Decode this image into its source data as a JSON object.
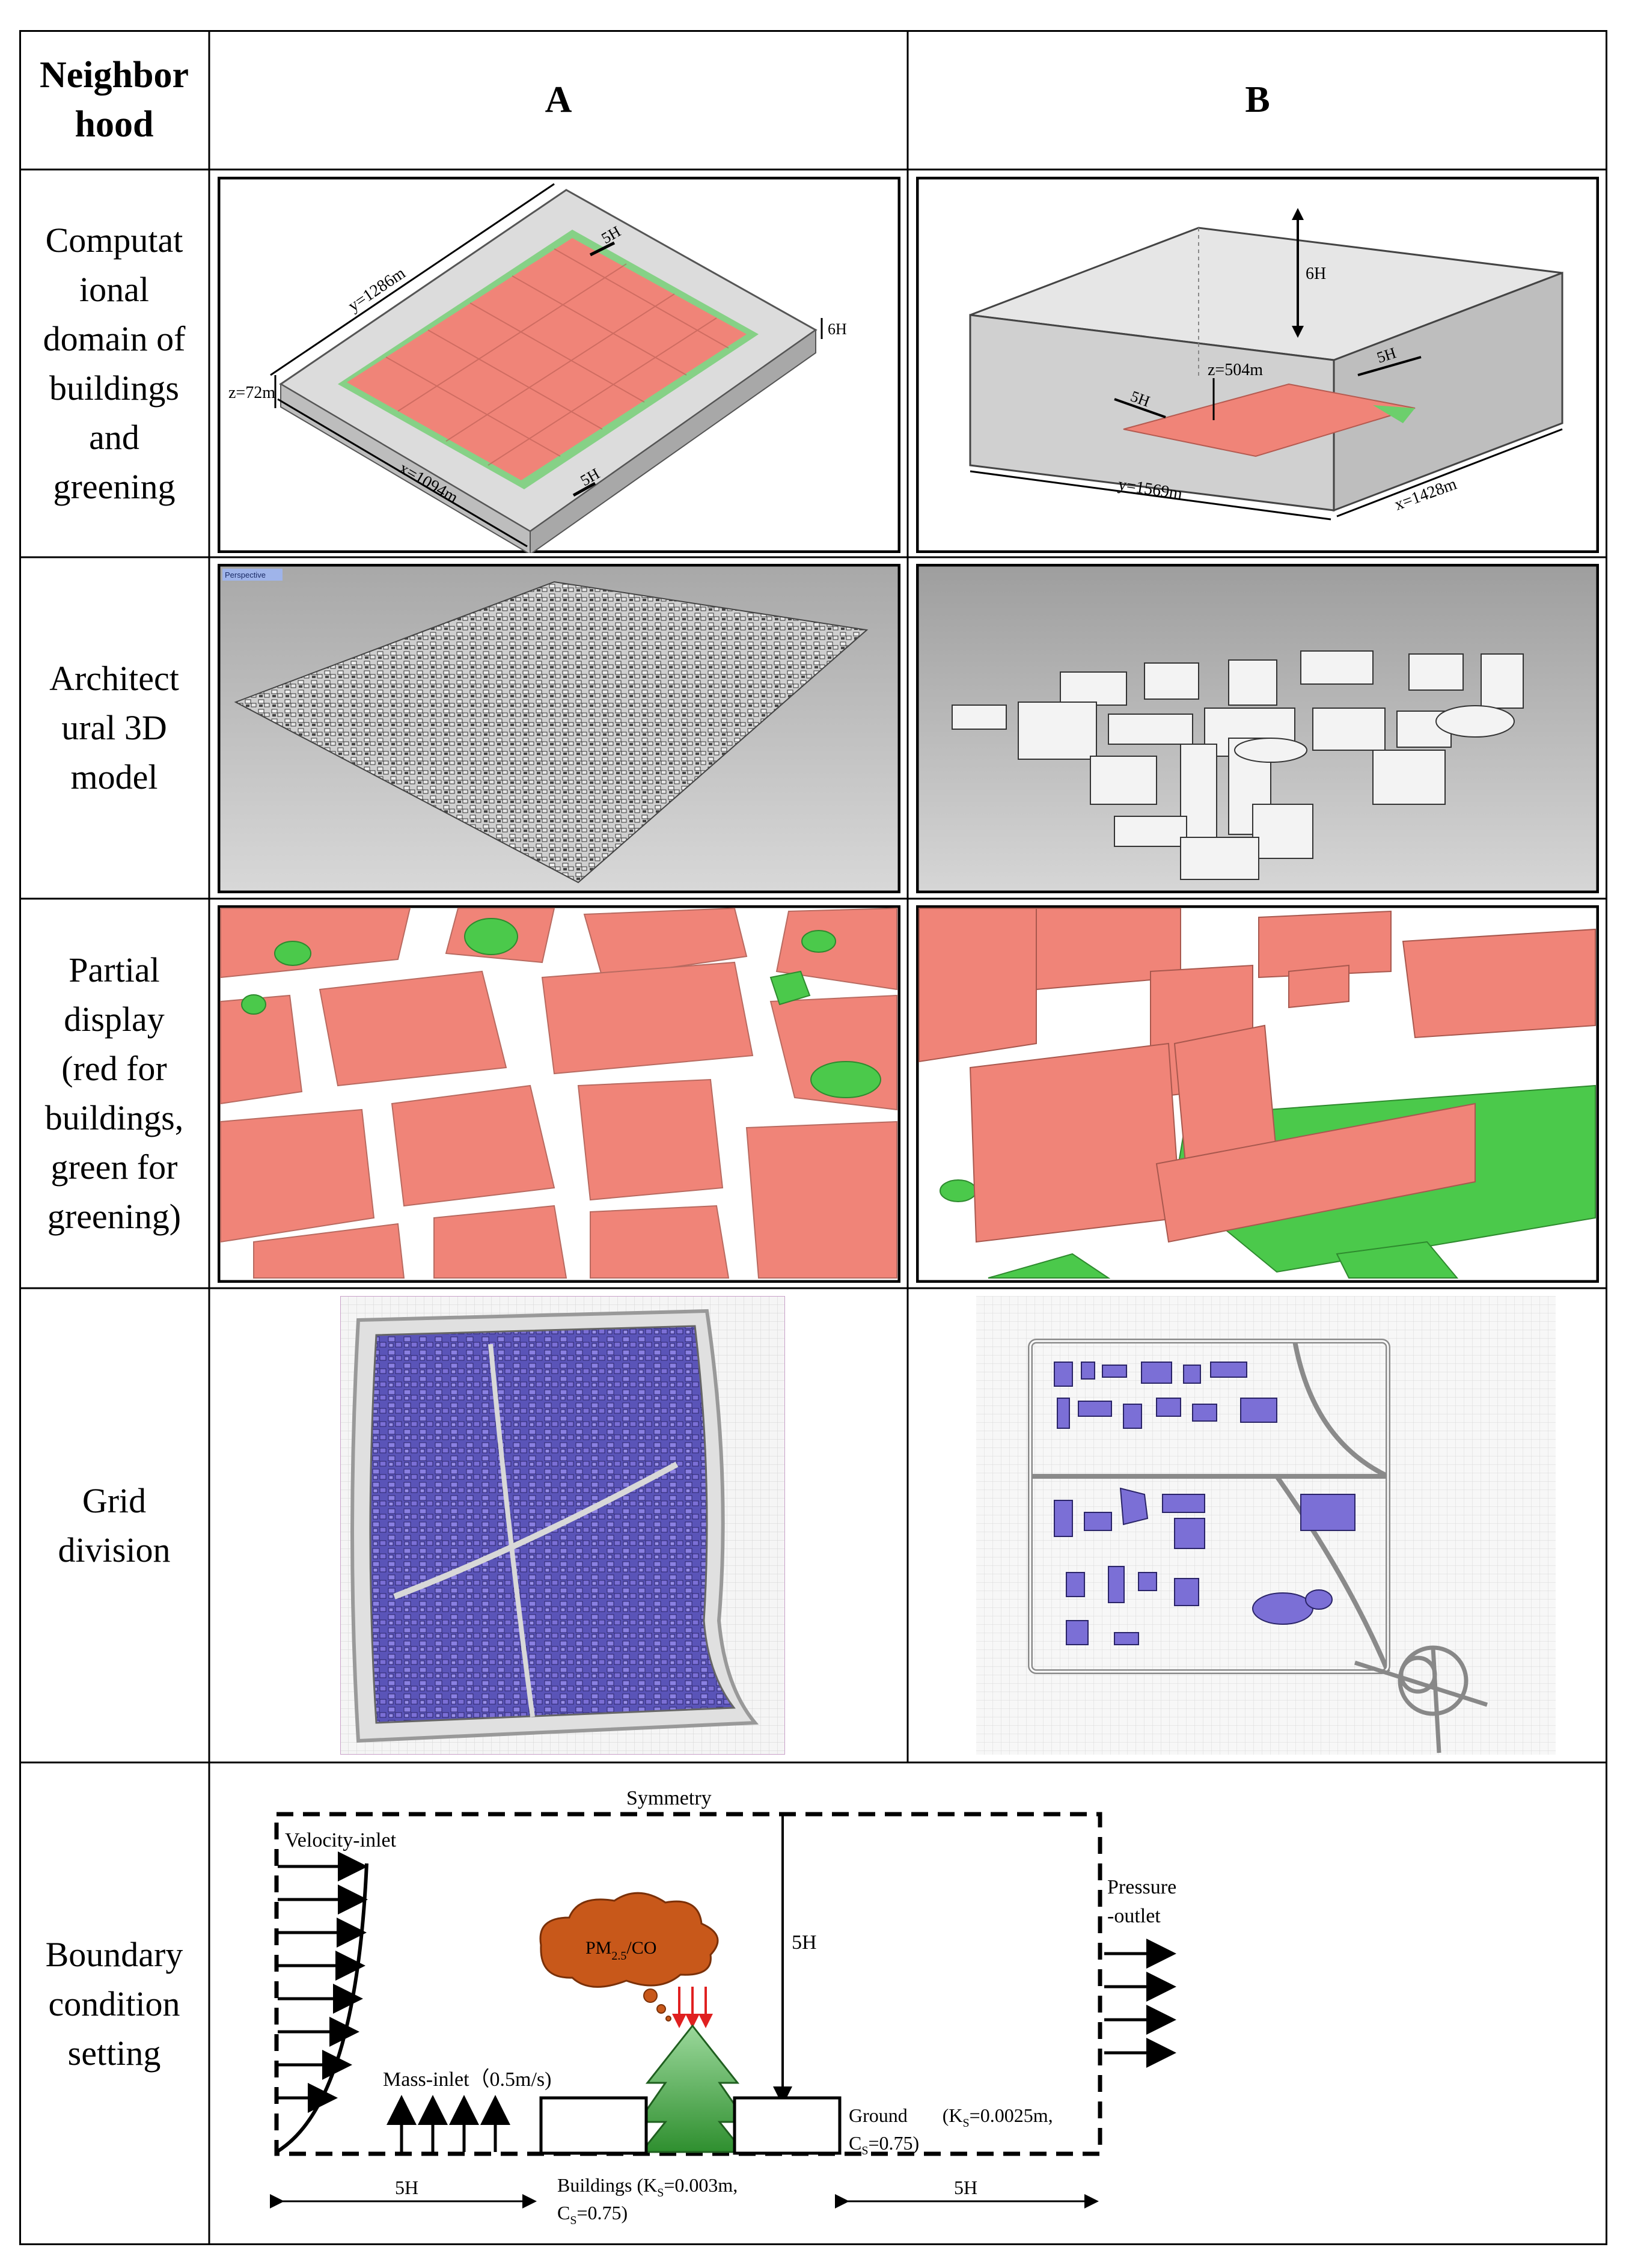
{
  "header": {
    "neighborhood": "Neighbor\nhood",
    "col_a": "A",
    "col_b": "B"
  },
  "rows": {
    "domain": "Computat\nional\ndomain of\nbuildings\nand\ngreening",
    "model": "Architect\nural 3D\nmodel",
    "partial": "Partial\ndisplay\n(red for\nbuildings,\ngreen for\ngreening)",
    "grid": "Grid\ndivision",
    "boundary": "Boundary\ncondition\nsetting"
  },
  "domain_a": {
    "y": "y=1286m",
    "z": "z=72m",
    "x": "x=1094m",
    "top_gap": "5H",
    "side_gap": "6H",
    "bottom_gap": "5H"
  },
  "domain_b": {
    "height": "6H",
    "z": "z=504m",
    "gap_left": "5H",
    "gap_right": "5H",
    "y": "y=1569m",
    "x": "x=1428m"
  },
  "model_a": {
    "viewport_tag": "Perspective"
  },
  "boundary": {
    "symmetry": "Symmetry",
    "velocity_inlet": "Velocity-inlet",
    "height": "5H",
    "pressure_outlet_1": "Pressure",
    "pressure_outlet_2": "-outlet",
    "pollutant_pm": "PM",
    "pollutant_sub": "2.5",
    "pollutant_co": "/CO",
    "mass_inlet": "Mass-inlet（0.5m/s)",
    "ground_1": "Ground",
    "ground_2": "(K",
    "ground_sub_k": "S",
    "ground_3": "=0.0025m,",
    "ground_4": "C",
    "ground_sub_c": "S",
    "ground_5": "=0.75)",
    "buildings_1": "Buildings (K",
    "buildings_sub_k": "S",
    "buildings_2": "=0.003m,",
    "buildings_3": "C",
    "buildings_sub_c": "S",
    "buildings_4": "=0.75)",
    "left_span": "5H",
    "right_span": "5H"
  },
  "colors": {
    "building_red": "#f08478",
    "greening": "#4bc94b",
    "grid_purple": "#7b6fd6",
    "cloud": "#c8581a",
    "tree_green": "#3aa53a",
    "arrow_red": "#e02020",
    "panel_grey": "#d2d2d2"
  }
}
